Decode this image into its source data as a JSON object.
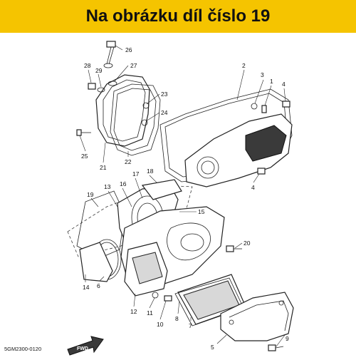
{
  "banner": {
    "text": "Na obrázku díl číslo 19",
    "background": "#f5c400"
  },
  "diagram": {
    "code": "5GM2300-0120",
    "arrow_label": "FWD",
    "callouts": [
      "26",
      "27",
      "28",
      "29",
      "23",
      "24",
      "25",
      "21",
      "22",
      "2",
      "3",
      "1",
      "4",
      "4",
      "17",
      "18",
      "13",
      "16",
      "19",
      "15",
      "20",
      "14",
      "6",
      "12",
      "11",
      "10",
      "8",
      "7",
      "5",
      "9"
    ]
  }
}
